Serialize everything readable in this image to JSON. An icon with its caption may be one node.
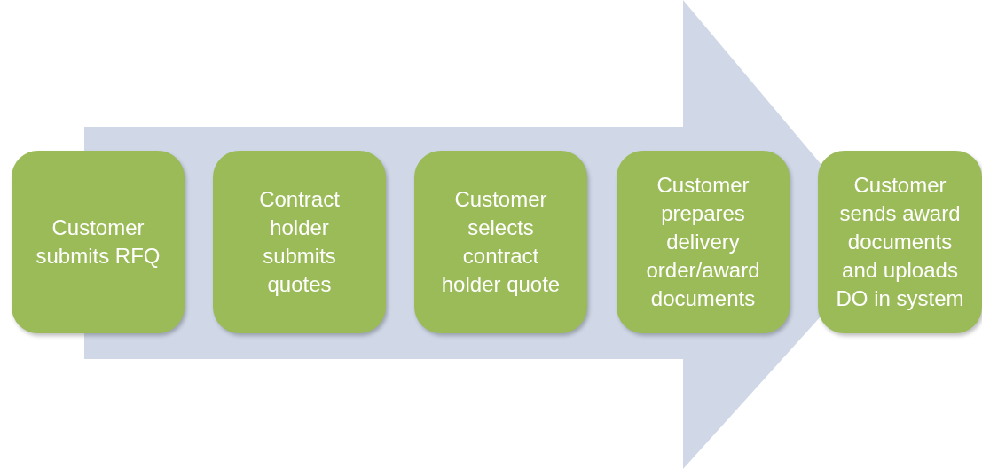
{
  "diagram": {
    "nodes": [
      {
        "text": [
          "Customer submits RFQ"
        ]
      },
      {
        "text": [
          "Contract holder submits quotes"
        ]
      },
      {
        "text": [
          "Customer selects contract holder quote"
        ]
      },
      {
        "text": [
          "Customer prepares delivery order/award documents"
        ]
      },
      {
        "text": [
          "Customer sends award documents and uploads DO in system"
        ]
      }
    ],
    "edges": [
      {
        "from": 0,
        "to": 4,
        "arrow": "to"
      }
    ]
  }
}
